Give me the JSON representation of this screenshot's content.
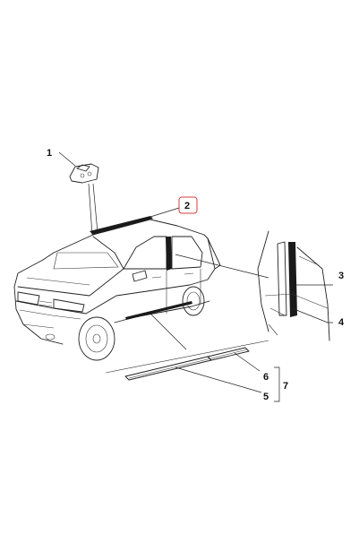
{
  "callouts": [
    {
      "id": "1",
      "label": "1"
    },
    {
      "id": "2",
      "label": "2"
    },
    {
      "id": "3",
      "label": "3"
    },
    {
      "id": "4",
      "label": "4"
    },
    {
      "id": "5",
      "label": "5"
    },
    {
      "id": "6",
      "label": "6"
    },
    {
      "id": "7",
      "label": "7"
    }
  ],
  "colors": {
    "line": "#222222",
    "highlight_box": "#d04040",
    "part_fill": "#1a1a1a"
  }
}
